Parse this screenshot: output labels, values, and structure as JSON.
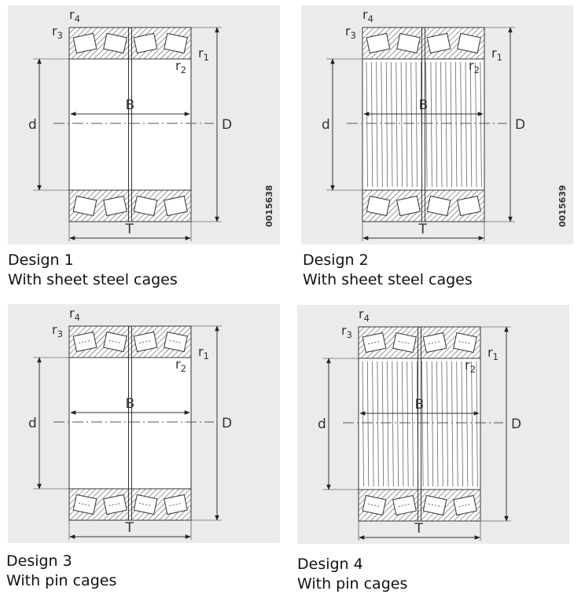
{
  "labels": {
    "r1": "r",
    "r1_sub": "1",
    "r2": "r",
    "r2_sub": "2",
    "r3": "r",
    "r3_sub": "3",
    "r4": "r",
    "r4_sub": "4",
    "B": "B",
    "d": "d",
    "D": "D",
    "T": "T"
  },
  "designs": [
    {
      "title": "Design 1",
      "subtitle": "With sheet steel cages",
      "drawing_no": "0015638",
      "cage": "sheet-steel",
      "roller_lines": false
    },
    {
      "title": "Design 2",
      "subtitle": "With sheet steel cages",
      "drawing_no": "0015639",
      "cage": "sheet-steel",
      "roller_lines": true
    },
    {
      "title": "Design 3",
      "subtitle": "With pin cages",
      "drawing_no": "",
      "cage": "pin",
      "roller_lines": false
    },
    {
      "title": "Design 4",
      "subtitle": "With pin cages",
      "drawing_no": "",
      "cage": "pin",
      "roller_lines": true
    }
  ],
  "colors": {
    "panel_bg": "#ebebeb",
    "line": "#333333",
    "hatch": "#555555"
  }
}
